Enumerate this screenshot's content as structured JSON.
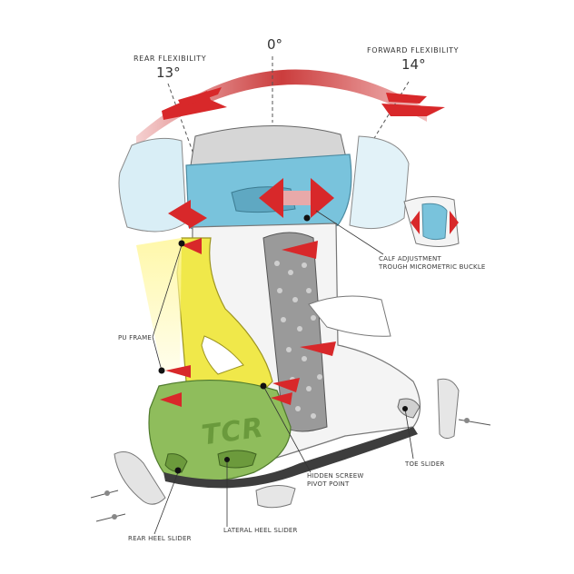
{
  "headings": {
    "rear_flexibility": "REAR FLEXIBILITY",
    "rear_angle": "13°",
    "center_angle": "0°",
    "forward_flexibility": "FORWARD FLEXIBILITY",
    "forward_angle": "14°"
  },
  "callouts": {
    "calf_line1": "CALF ADJUSTMENT",
    "calf_line2": "TROUGH MICROMETRIC BUCKLE",
    "pu_frame": "PU FRAME",
    "hidden_line1": "HIDDEN SCREEW",
    "hidden_line2": "PIVOT POINT",
    "toe_slider": "TOE SLIDER",
    "rear_heel_slider": "REAR HEEL SLIDER",
    "lateral_heel_slider": "LATERAL HEEL SLIDER"
  },
  "logo_text": "TCR",
  "colors": {
    "cuff_blue": "#79c3dc",
    "frame_yellow": "#f0e84a",
    "heel_green": "#8fbd5c",
    "arrow_red": "#d8282a",
    "shell_grey": "#bdbdbd"
  }
}
